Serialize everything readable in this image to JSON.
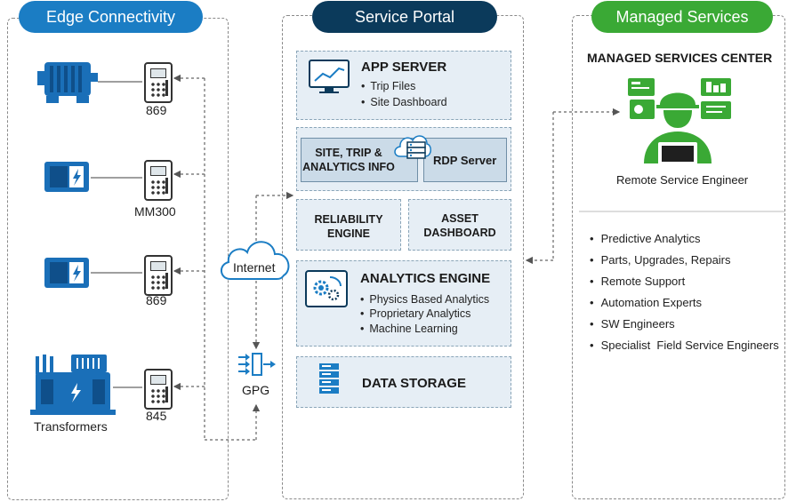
{
  "headers": {
    "edge": "Edge Connectivity",
    "portal": "Service Portal",
    "managed": "Managed Services"
  },
  "colors": {
    "edge_pill": "#1b7dc4",
    "portal_pill": "#0b3a5b",
    "managed_pill": "#3aa935",
    "device_blue": "#1a6fb8",
    "box_fill": "#e6eef5",
    "engineer_green": "#3aa935"
  },
  "edge": {
    "devices": [
      {
        "icon": "motor-icon",
        "relay_label": "869"
      },
      {
        "icon": "drive-icon",
        "relay_label": "MM300"
      },
      {
        "icon": "drive-icon",
        "relay_label": "869"
      },
      {
        "icon": "transformer-icon",
        "relay_label": "845",
        "device_label": "Transformers"
      }
    ],
    "internet_label": "Internet",
    "gateway_label": "GPG"
  },
  "portal": {
    "app_server": {
      "title": "APP SERVER",
      "items": [
        "Trip Files",
        "Site Dashboard"
      ]
    },
    "site_info": {
      "title_line1": "SITE, TRIP &",
      "title_line2": "ANALYTICS INFO",
      "rdp": "RDP Server"
    },
    "reliability": {
      "line1": "RELIABILITY",
      "line2": "ENGINE"
    },
    "asset": {
      "line1": "ASSET",
      "line2": "DASHBOARD"
    },
    "analytics": {
      "title": "ANALYTICS ENGINE",
      "items": [
        "Physics Based Analytics",
        "Proprietary Analytics",
        "Machine Learning"
      ]
    },
    "storage": {
      "title": "DATA STORAGE"
    }
  },
  "managed": {
    "center_title": "MANAGED SERVICES CENTER",
    "engineer_label": "Remote Service Engineer",
    "services": [
      "Predictive Analytics",
      "Parts, Upgrades, Repairs",
      "Remote Support",
      "Automation Experts",
      "SW Engineers",
      "Specialist  Field Service Engineers"
    ]
  }
}
